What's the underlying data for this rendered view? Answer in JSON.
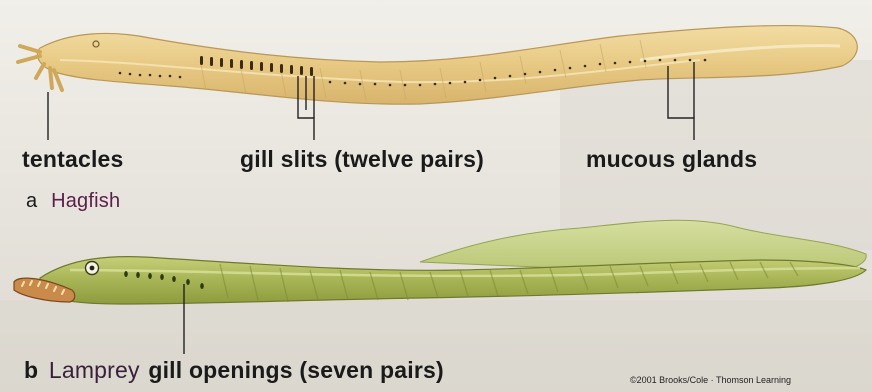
{
  "labels": {
    "tentacles": "tentacles",
    "gill_slits": "gill slits (twelve pairs)",
    "mucous_glands": "mucous glands",
    "hagfish_letter": "a",
    "hagfish_name": "Hagfish",
    "lamprey_letter": "b",
    "lamprey_name": "Lamprey",
    "lamprey_gills": "gill openings (seven pairs)"
  },
  "credit": "©2001 Brooks/Cole · Thomson Learning",
  "colors": {
    "hagfish_body": "#e9cf8e",
    "lamprey_body": "#a8b55a",
    "species_name": "#5a1f4a",
    "leader_line": "#222222"
  }
}
